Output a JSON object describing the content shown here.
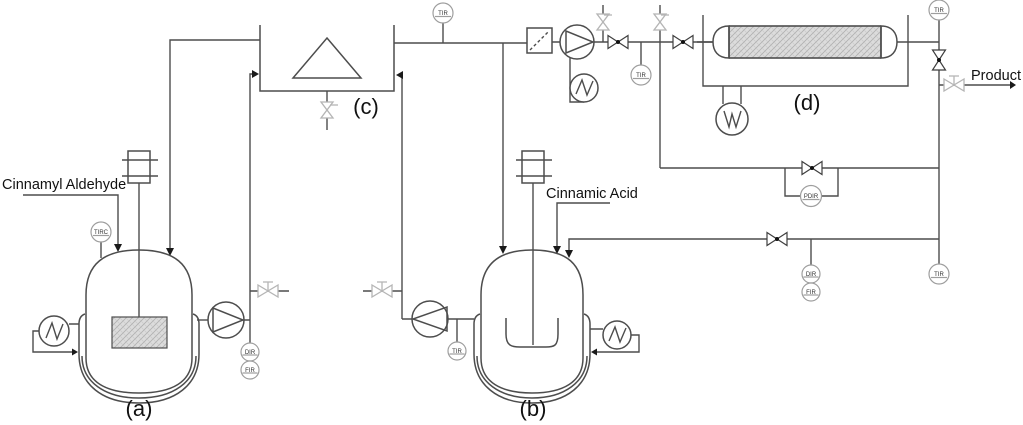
{
  "diagram": {
    "type": "process-flow-diagram",
    "equipment_labels": {
      "reactor_a": "(a)",
      "reactor_b": "(b)",
      "tank_c": "(c)",
      "reactor_d": "(d)"
    },
    "stream_labels": {
      "feed_a": "Cinnamyl Aldehyde",
      "feed_b": "Cinnamic Acid",
      "product": "Product"
    },
    "instruments": {
      "tirc_reactor_a": {
        "tag": "TIRC"
      },
      "dir_loop_a": {
        "tag": "DIR"
      },
      "fir_loop_a": {
        "tag": "FIR"
      },
      "tir_tank_outlet": {
        "tag": "TIR"
      },
      "tir_pump_b": {
        "tag": "TIR"
      },
      "tir_feed_line": {
        "tag": "TIR"
      },
      "pdir_bypass": {
        "tag": "PDIR"
      },
      "dir_recycle": {
        "tag": "DIR"
      },
      "fir_recycle": {
        "tag": "FIR"
      },
      "tir_product_top": {
        "tag": "TIR"
      },
      "tir_recycle": {
        "tag": "TIR"
      }
    },
    "colors": {
      "background": "#ffffff",
      "line": "#4d4d4d",
      "hand_valve": "#b5b5b5",
      "instrument_stroke": "#9e9e9e",
      "hatch_fill": "#dcdcdc"
    }
  }
}
